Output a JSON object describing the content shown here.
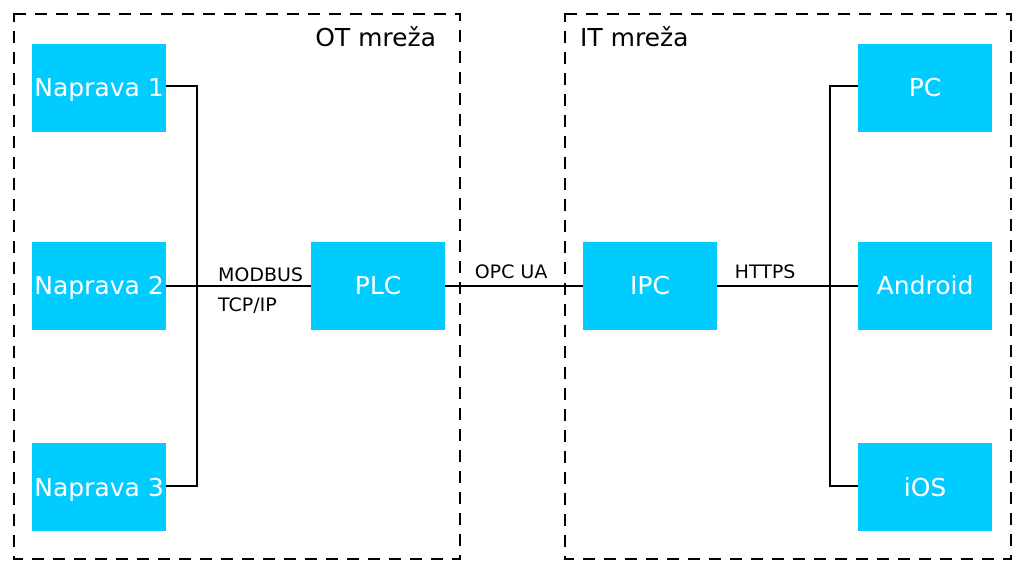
{
  "zones": {
    "ot": {
      "label": "OT mreža"
    },
    "it": {
      "label": "IT mreža"
    }
  },
  "nodes": {
    "naprava1": "Naprava 1",
    "naprava2": "Naprava 2",
    "naprava3": "Naprava 3",
    "plc": "PLC",
    "ipc": "IPC",
    "pc": "PC",
    "android": "Android",
    "ios": "iOS"
  },
  "links": {
    "modbus_line1": "MODBUS",
    "modbus_line2": "TCP/IP",
    "opcua": "OPC UA",
    "https": "HTTPS"
  },
  "colors": {
    "box_fill": "#00CCFF",
    "box_text": "#FFFFFF",
    "line": "#000000",
    "background": "#FFFFFF"
  }
}
